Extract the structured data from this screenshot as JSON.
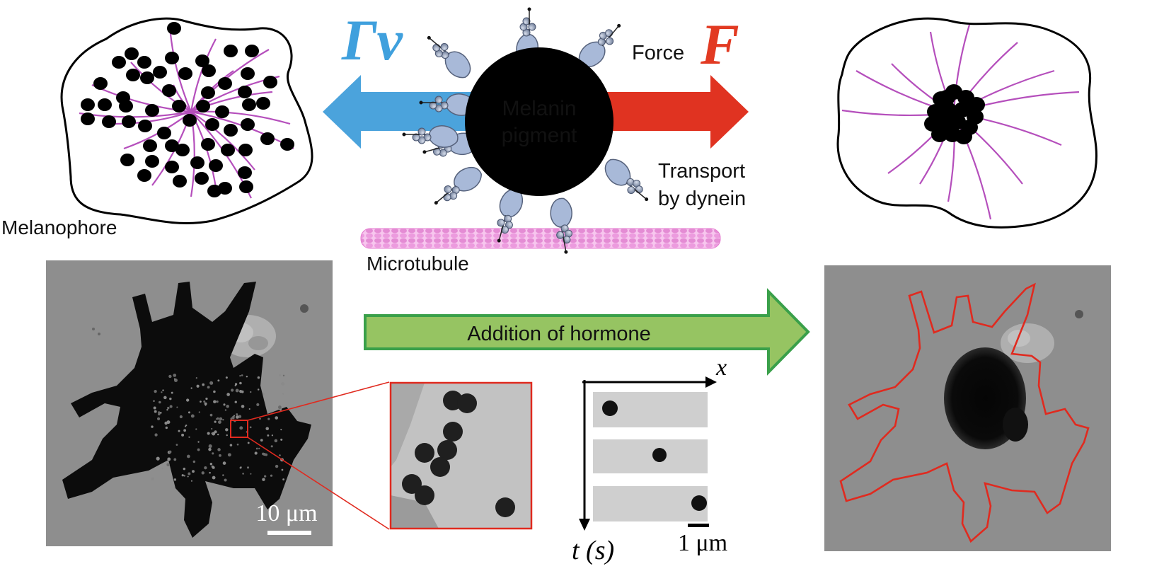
{
  "labels": {
    "gamma_v": "Γv",
    "force_word": "Force",
    "force_symbol": "F",
    "melanin_line1": "Melanin",
    "melanin_line2": "pigment",
    "transport_line1": "Transport",
    "transport_line2": "by dynein",
    "melanophore": "Melanophore",
    "microtubule": "Microtubule",
    "hormone": "Addition of hormone",
    "scale_cell": "10 μm",
    "kymo_x": "x",
    "kymo_t": "t (s)",
    "scale_kymo": "1 μm"
  },
  "colors": {
    "gamma_arrow": "#4ba3dc",
    "gamma_text": "#3fa0dd",
    "force_arrow": "#e03321",
    "force_text": "#e23a22",
    "hormone_fill": "#96c462",
    "hormone_stroke": "#3aa04a",
    "microtubule_line": "#b54fbc",
    "outline_red": "#e02a1f",
    "microtubule_fiber": "#e98fd6",
    "motor_protein": "#a8b9d8",
    "micrograph_bg": "#8d8d8d"
  }
}
